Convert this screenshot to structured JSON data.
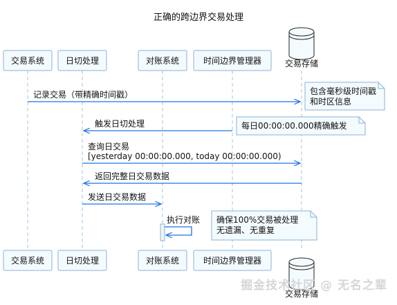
{
  "title": "正确的跨边界交易处理",
  "participants": [
    {
      "id": "trade",
      "label": "交易系统",
      "kind": "box"
    },
    {
      "id": "eod",
      "label": "日切处理",
      "kind": "box"
    },
    {
      "id": "recon",
      "label": "对账系统",
      "kind": "box"
    },
    {
      "id": "time",
      "label": "时间边界管理器",
      "kind": "box"
    },
    {
      "id": "store",
      "label": "交易存储",
      "kind": "database"
    }
  ],
  "messages": [
    {
      "from": "trade",
      "to": "store",
      "lines": [
        "记录交易（带精确时间戳）"
      ]
    },
    {
      "from": "time",
      "to": "eod",
      "lines": [
        "触发日切处理"
      ]
    },
    {
      "from": "eod",
      "to": "store",
      "lines": [
        "查询日交易",
        "[yesterday 00:00:00.000, today 00:00:00.000)"
      ]
    },
    {
      "from": "store",
      "to": "eod",
      "lines": [
        "返回完整日交易数据"
      ]
    },
    {
      "from": "eod",
      "to": "recon",
      "lines": [
        "发送日交易数据"
      ]
    },
    {
      "from": "recon",
      "to": "recon",
      "lines": [
        "执行对账"
      ]
    }
  ],
  "notes": [
    {
      "anchor": "store",
      "lines": [
        "包含毫秒级时间戳",
        "和时区信息"
      ]
    },
    {
      "anchor": "time",
      "lines": [
        "每日00:00:00.000精确触发"
      ]
    },
    {
      "anchor": "recon",
      "lines": [
        "确保100%交易被处理",
        "无遗漏、无重复"
      ]
    }
  ],
  "watermark": "掘金技术社区 @ 无名之辈",
  "colors": {
    "arrow": "#1a73e8",
    "box_fill": "#f4fbff",
    "box_stroke": "#8ab2d4",
    "note_fill": "#f4fbff",
    "lifeline": "#a3c4df"
  }
}
